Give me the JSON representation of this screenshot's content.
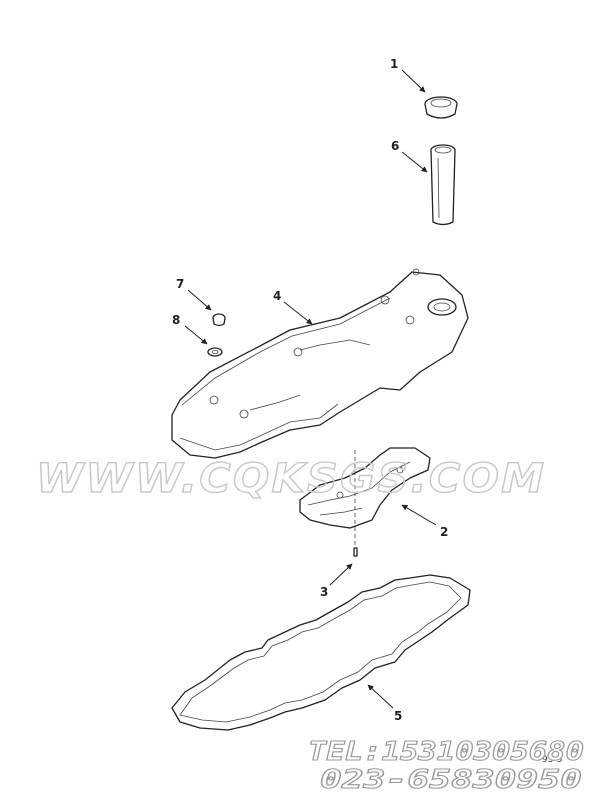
{
  "callouts": [
    {
      "id": "part-1",
      "label": "1"
    },
    {
      "id": "part-2",
      "label": "2"
    },
    {
      "id": "part-3",
      "label": "3"
    },
    {
      "id": "part-4",
      "label": "4"
    },
    {
      "id": "part-5",
      "label": "5"
    },
    {
      "id": "part-6",
      "label": "6"
    },
    {
      "id": "part-7",
      "label": "7"
    },
    {
      "id": "part-8",
      "label": "8"
    }
  ],
  "watermark": "WWW.CQKSGS.COM",
  "contact": {
    "tel": "TEL:15310305680",
    "phone": "023-65830950"
  },
  "figure_code": "95-5"
}
